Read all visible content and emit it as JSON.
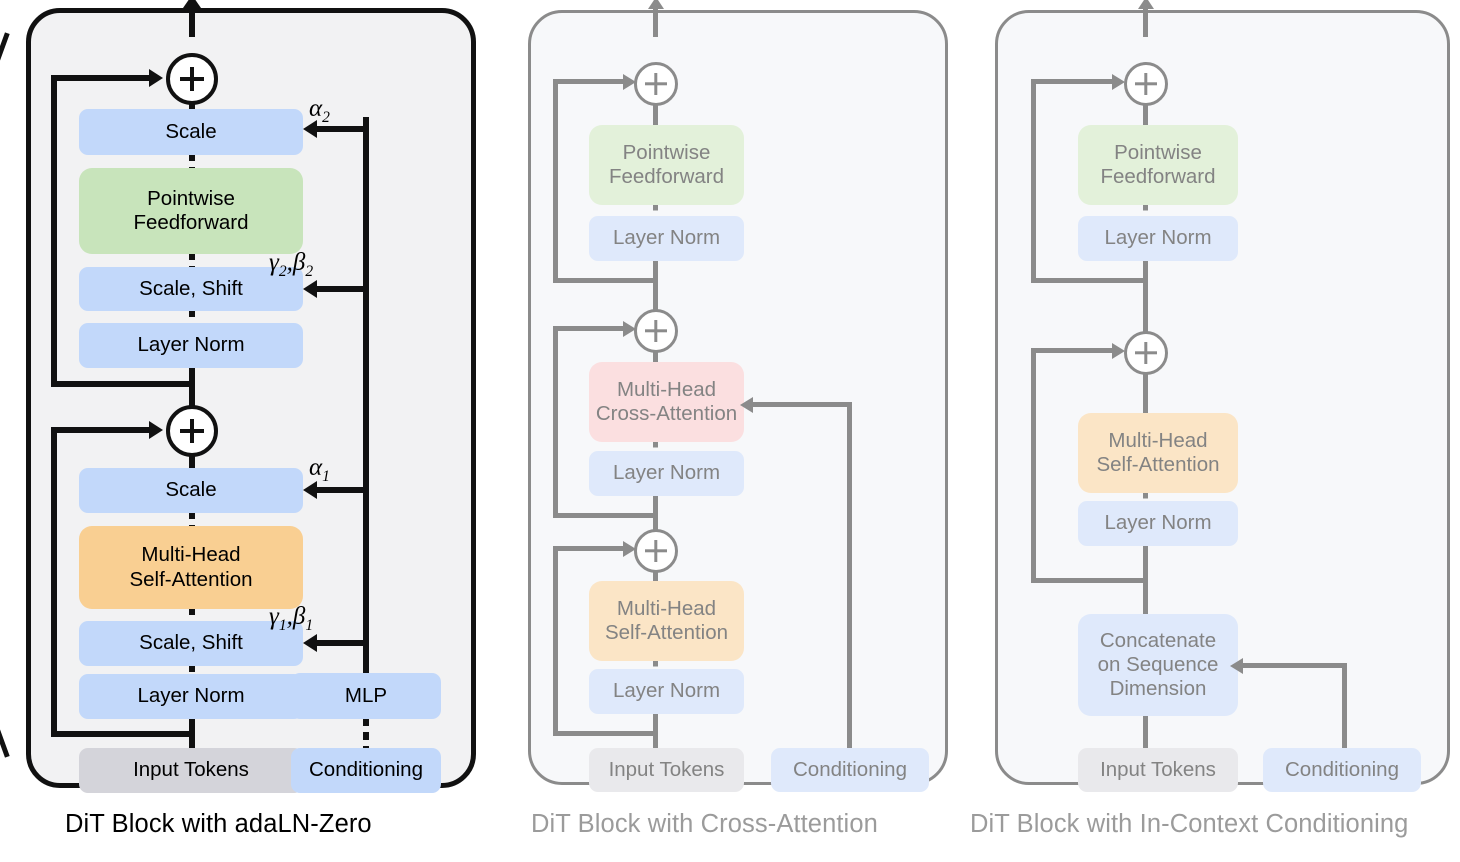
{
  "figure": {
    "title": "DiT block design variants",
    "panels": [
      {
        "id": "adaln-zero",
        "caption": "DiT Block with adaLN-Zero",
        "highlighted": true,
        "nodes": [
          {
            "key": "scale2",
            "label": "Scale",
            "color": "blue"
          },
          {
            "key": "ff",
            "label": "Pointwise\nFeedforward",
            "color": "green"
          },
          {
            "key": "scaleshift2",
            "label": "Scale, Shift",
            "color": "blue"
          },
          {
            "key": "ln2",
            "label": "Layer Norm",
            "color": "blue"
          },
          {
            "key": "scale1",
            "label": "Scale",
            "color": "blue"
          },
          {
            "key": "mhsa",
            "label": "Multi-Head\nSelf-Attention",
            "color": "orange"
          },
          {
            "key": "scaleshift1",
            "label": "Scale, Shift",
            "color": "blue"
          },
          {
            "key": "ln1",
            "label": "Layer Norm",
            "color": "blue"
          },
          {
            "key": "input",
            "label": "Input Tokens",
            "color": "gray"
          },
          {
            "key": "mlp",
            "label": "MLP",
            "color": "blue"
          },
          {
            "key": "cond",
            "label": "Conditioning",
            "color": "blue"
          }
        ],
        "param_labels": [
          {
            "key": "alpha2",
            "base": "α",
            "sub": "2"
          },
          {
            "key": "gammabeta2",
            "base": "γ",
            "sub": "2",
            "base2": "β",
            "sub2": "2",
            "sep": ","
          },
          {
            "key": "alpha1",
            "base": "α",
            "sub": "1"
          },
          {
            "key": "gammabeta1",
            "base": "γ",
            "sub": "1",
            "base2": "β",
            "sub2": "1",
            "sep": ","
          }
        ],
        "plus_symbol": "+"
      },
      {
        "id": "cross-attention",
        "caption": "DiT Block with Cross-Attention",
        "highlighted": false,
        "nodes": [
          {
            "key": "ff",
            "label": "Pointwise\nFeedforward",
            "color": "green"
          },
          {
            "key": "ln3",
            "label": "Layer Norm",
            "color": "blue"
          },
          {
            "key": "mhca",
            "label": "Multi-Head\nCross-Attention",
            "color": "pink"
          },
          {
            "key": "ln2",
            "label": "Layer Norm",
            "color": "blue"
          },
          {
            "key": "mhsa",
            "label": "Multi-Head\nSelf-Attention",
            "color": "orange"
          },
          {
            "key": "ln1",
            "label": "Layer Norm",
            "color": "blue"
          },
          {
            "key": "input",
            "label": "Input Tokens",
            "color": "gray"
          },
          {
            "key": "cond",
            "label": "Conditioning",
            "color": "blue"
          }
        ],
        "plus_symbol": "+"
      },
      {
        "id": "in-context-conditioning",
        "caption": "DiT Block with In-Context Conditioning",
        "highlighted": false,
        "nodes": [
          {
            "key": "ff",
            "label": "Pointwise\nFeedforward",
            "color": "green"
          },
          {
            "key": "ln2",
            "label": "Layer Norm",
            "color": "blue"
          },
          {
            "key": "mhsa",
            "label": "Multi-Head\nSelf-Attention",
            "color": "orange"
          },
          {
            "key": "ln1",
            "label": "Layer Norm",
            "color": "blue"
          },
          {
            "key": "concat",
            "label": "Concatenate\non Sequence\nDimension",
            "color": "blue"
          },
          {
            "key": "input",
            "label": "Input Tokens",
            "color": "gray"
          },
          {
            "key": "cond",
            "label": "Conditioning",
            "color": "blue"
          }
        ],
        "plus_symbol": "+"
      }
    ],
    "colors": {
      "blue": "#c2d8fa",
      "green": "#c8e4bb",
      "orange": "#f9cf92",
      "gray": "#d4d4da",
      "pink": "#f8c9cb",
      "blue_faded": "#dfe9fb",
      "green_faded": "#e3f1da",
      "orange_faded": "#fbe5c6",
      "gray_faded": "#e9e9ec",
      "pink_faded": "#fbdfe0",
      "line_active": "#111111",
      "line_faded": "#8b8b8b",
      "panel_active_bg": "#f2f2f3",
      "panel_faded_bg": "#f7f8fa"
    }
  }
}
